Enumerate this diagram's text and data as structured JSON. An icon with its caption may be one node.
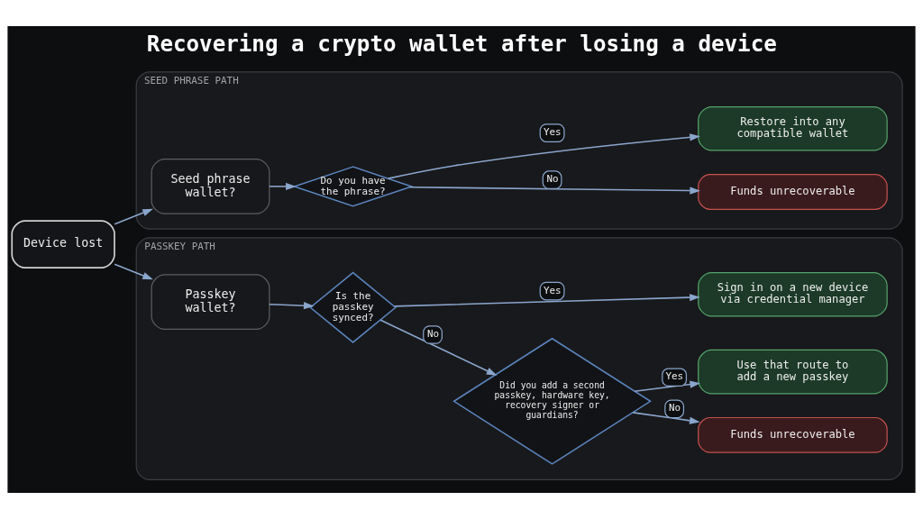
{
  "diagram": {
    "title": "Recovering a crypto wallet after losing a device",
    "nodes": [
      {
        "text": [
          "Device lost"
        ]
      },
      {
        "text": [
          "SEED PHRASE PATH"
        ]
      },
      {
        "text": [
          "Seed phrase wallet?"
        ],
        "in": 1
      },
      {
        "text": [
          "Do you have the phrase?"
        ],
        "in": 1
      },
      {
        "text": [
          "Restore into any compatible wallet"
        ],
        "in": 1
      },
      {
        "text": [
          "Funds unrecoverable"
        ],
        "in": 1
      },
      {
        "text": [
          "PASSKEY PATH"
        ]
      },
      {
        "text": [
          "Passkey wallet?"
        ],
        "in": 6
      },
      {
        "text": [
          "Is the passkey synced?"
        ],
        "in": 6
      },
      {
        "text": [
          "Sign in on a new device via credential manager"
        ],
        "in": 6
      },
      {
        "text": [
          "Did you add a second passkey, hardware key, recovery signer or guardians?"
        ],
        "in": 6
      },
      {
        "text": [
          "Use that route to add a new passkey"
        ],
        "in": 6
      },
      {
        "text": [
          "Funds unrecoverable"
        ],
        "in": 6
      }
    ],
    "edges": [
      {
        "from": 0,
        "to": 2,
        "arrow": "to"
      },
      {
        "from": 0,
        "to": 7,
        "arrow": "to"
      },
      {
        "from": 2,
        "to": 3,
        "arrow": "to"
      },
      {
        "from": 3,
        "to": 4,
        "arrow": "to",
        "label": "Yes"
      },
      {
        "from": 3,
        "to": 5,
        "arrow": "to",
        "label": "No"
      },
      {
        "from": 7,
        "to": 8,
        "arrow": "to"
      },
      {
        "from": 8,
        "to": 9,
        "arrow": "to",
        "label": "Yes"
      },
      {
        "from": 8,
        "to": 10,
        "arrow": "to",
        "label": "No"
      },
      {
        "from": 10,
        "to": 11,
        "arrow": "to",
        "label": "Yes"
      },
      {
        "from": 10,
        "to": 12,
        "arrow": "to",
        "label": "No"
      }
    ]
  }
}
